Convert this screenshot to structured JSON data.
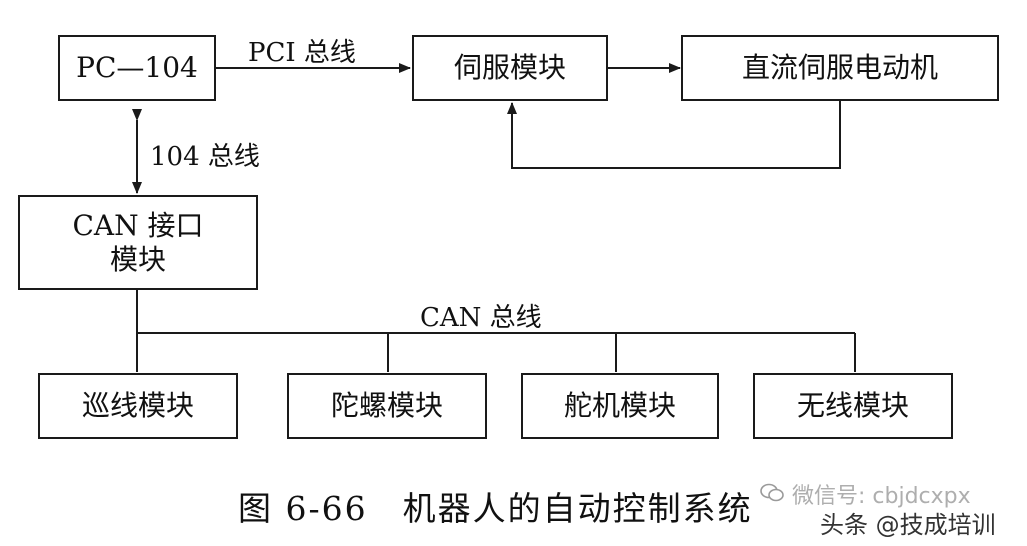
{
  "boxes": {
    "pc104": "PC—104",
    "servo_module": "伺服模块",
    "dc_servo_motor": "直流伺服电动机",
    "can_interface_line1": "CAN 接口",
    "can_interface_line2": "模块",
    "line_module": "巡线模块",
    "gyro_module": "陀螺模块",
    "steering_module": "舵机模块",
    "wireless_module": "无线模块"
  },
  "buses": {
    "pci": "PCI 总线",
    "bus104": "104 总线",
    "can": "CAN 总线"
  },
  "caption": "图 6-66　机器人的自动控制系统",
  "watermark": {
    "wechat": "微信号: cbjdcxpx",
    "toutiao": "头条 @技成培训"
  }
}
